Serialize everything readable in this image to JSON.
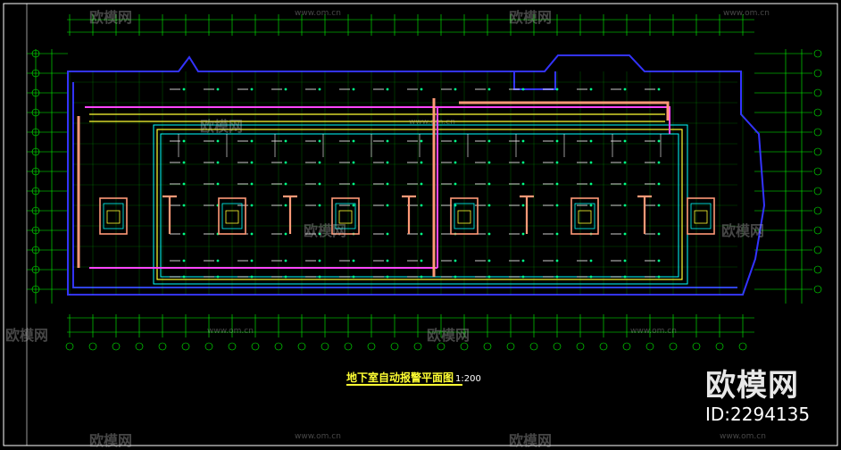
{
  "drawing": {
    "title": "地下室自动报警平面图",
    "scale": "1:200"
  },
  "watermark": {
    "brand": "欧模网",
    "site": "www.om.cn",
    "id_label": "ID:2294135"
  },
  "colors": {
    "background": "#000000",
    "grid": "#00ff00",
    "wall": "#3333ff",
    "pipe_magenta": "#ff44ff",
    "pipe_yellow": "#ffff33",
    "device_cyan": "#00ffff",
    "salmon": "#ff9977"
  }
}
